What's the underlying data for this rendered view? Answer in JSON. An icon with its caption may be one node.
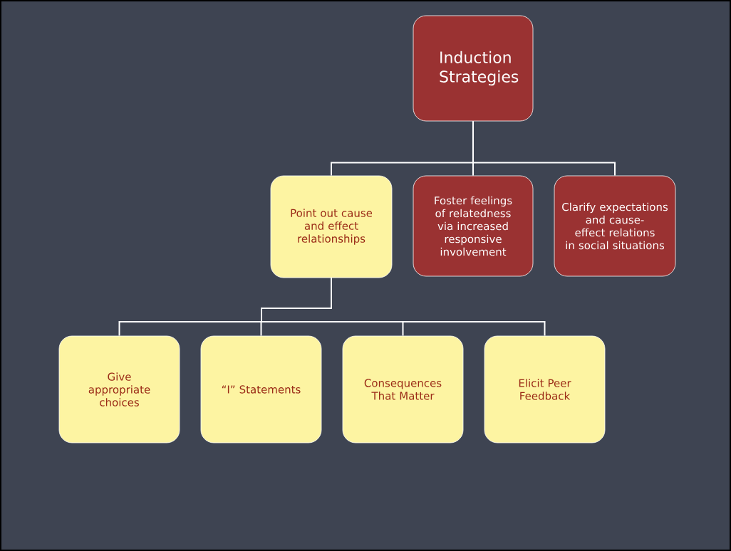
{
  "diagram": {
    "nodes": [
      {
        "text": [
          "Induction Strategies"
        ]
      },
      {
        "text": [
          "Point out cause and effect relationships"
        ]
      },
      {
        "text": [
          "Foster feelings of relatedness via increased responsive involvement"
        ]
      },
      {
        "text": [
          "Clarify expectations and cause-effect relations in social situations"
        ]
      },
      {
        "text": [
          "Give appropriate choices"
        ]
      },
      {
        "text": [
          "“I” Statements"
        ]
      },
      {
        "text": [
          "Consequences That Matter"
        ]
      },
      {
        "text": [
          "Elicit Peer Feedback"
        ]
      }
    ],
    "edges": [
      {
        "from": 0,
        "to": 1,
        "arrow": "none"
      },
      {
        "from": 0,
        "to": 2,
        "arrow": "none"
      },
      {
        "from": 0,
        "to": 3,
        "arrow": "none"
      },
      {
        "from": 1,
        "to": 4,
        "arrow": "none"
      },
      {
        "from": 1,
        "to": 5,
        "arrow": "none"
      },
      {
        "from": 1,
        "to": 6,
        "arrow": "none"
      },
      {
        "from": 1,
        "to": 7,
        "arrow": "none"
      }
    ]
  }
}
